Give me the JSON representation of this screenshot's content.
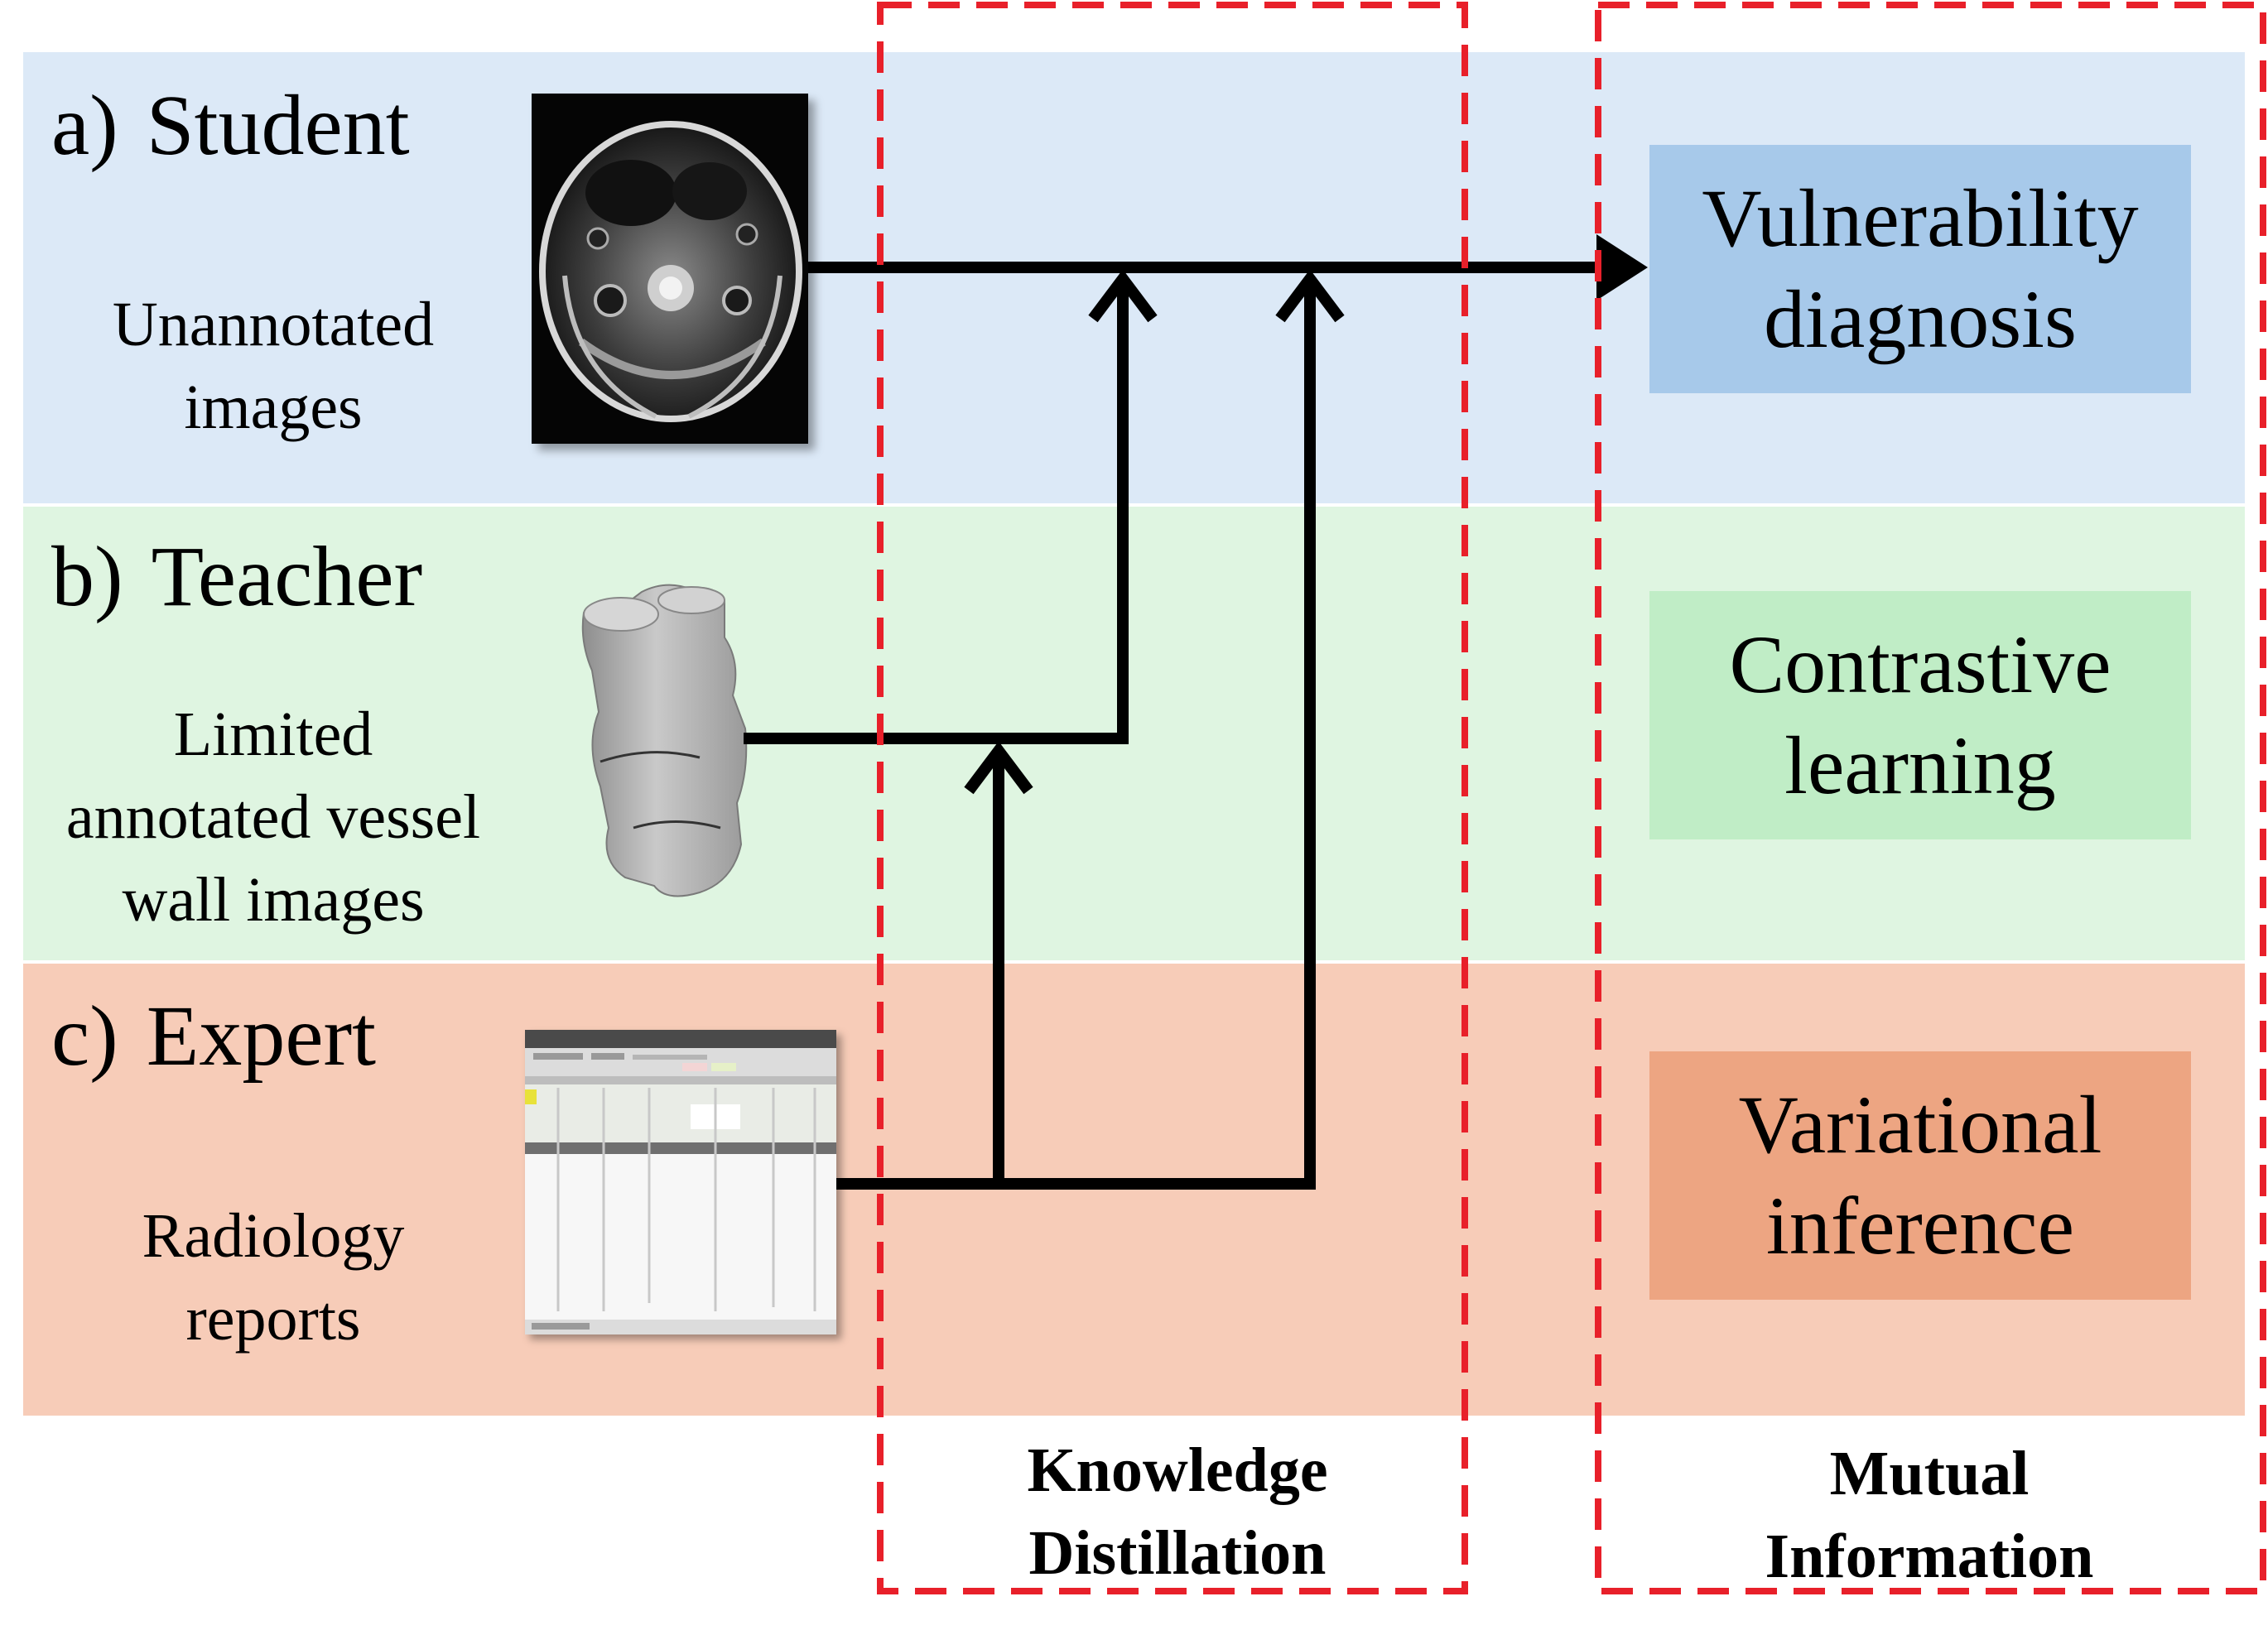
{
  "rows": [
    {
      "letter": "a)",
      "name": "Student",
      "desc": [
        "Unannotated",
        "images"
      ]
    },
    {
      "letter": "b)",
      "name": "Teacher",
      "desc": [
        "Limited",
        "annotated vessel",
        "wall images"
      ]
    },
    {
      "letter": "c)",
      "name": "Expert",
      "desc": [
        "Radiology",
        "reports"
      ]
    }
  ],
  "outcomes": [
    {
      "line1": "Vulnerability",
      "line2": "diagnosis"
    },
    {
      "line1": "Contrastive",
      "line2": "learning"
    },
    {
      "line1": "Variational",
      "line2": "inference"
    }
  ],
  "groups": {
    "kd": {
      "line1": "Knowledge",
      "line2": "Distillation"
    },
    "mi": {
      "line1": "Mutual",
      "line2": "Information"
    }
  },
  "colors": {
    "student_band": "#dce9f7",
    "teacher_band": "#dff5e1",
    "expert_band": "#f7ccb8",
    "dashed_border": "#e8202a",
    "arrow": "#000000"
  }
}
